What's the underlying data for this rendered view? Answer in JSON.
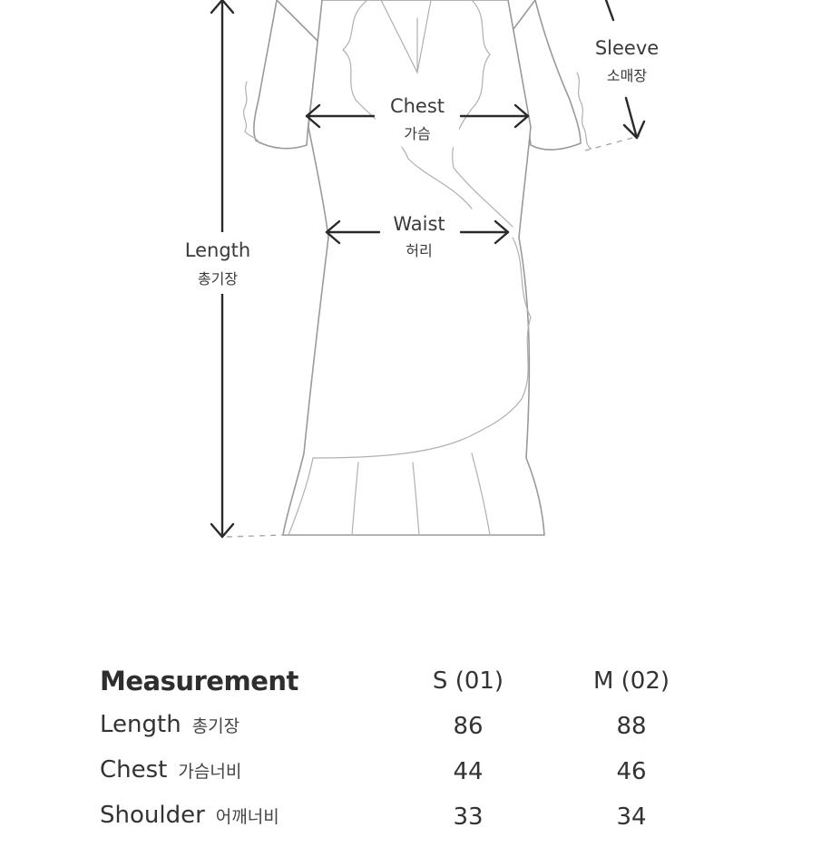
{
  "diagram": {
    "labels": {
      "length": {
        "en": "Length",
        "ko": "총기장"
      },
      "chest": {
        "en": "Chest",
        "ko": "가슴"
      },
      "waist": {
        "en": "Waist",
        "ko": "허리"
      },
      "sleeve": {
        "en": "Sleeve",
        "ko": "소매장"
      }
    }
  },
  "table": {
    "title": "Measurement",
    "sizes": [
      "S (01)",
      "M (02)"
    ],
    "rows": [
      {
        "en": "Length",
        "ko": "총기장",
        "values": [
          "86",
          "88"
        ]
      },
      {
        "en": "Chest",
        "ko": "가슴너비",
        "values": [
          "44",
          "46"
        ]
      },
      {
        "en": "Shoulder",
        "ko": "어깨너비",
        "values": [
          "33",
          "34"
        ]
      }
    ]
  },
  "colors": {
    "text": "#333333",
    "outline": "#9a9a9a",
    "arrow": "#2a2a2a",
    "background": "#ffffff"
  }
}
